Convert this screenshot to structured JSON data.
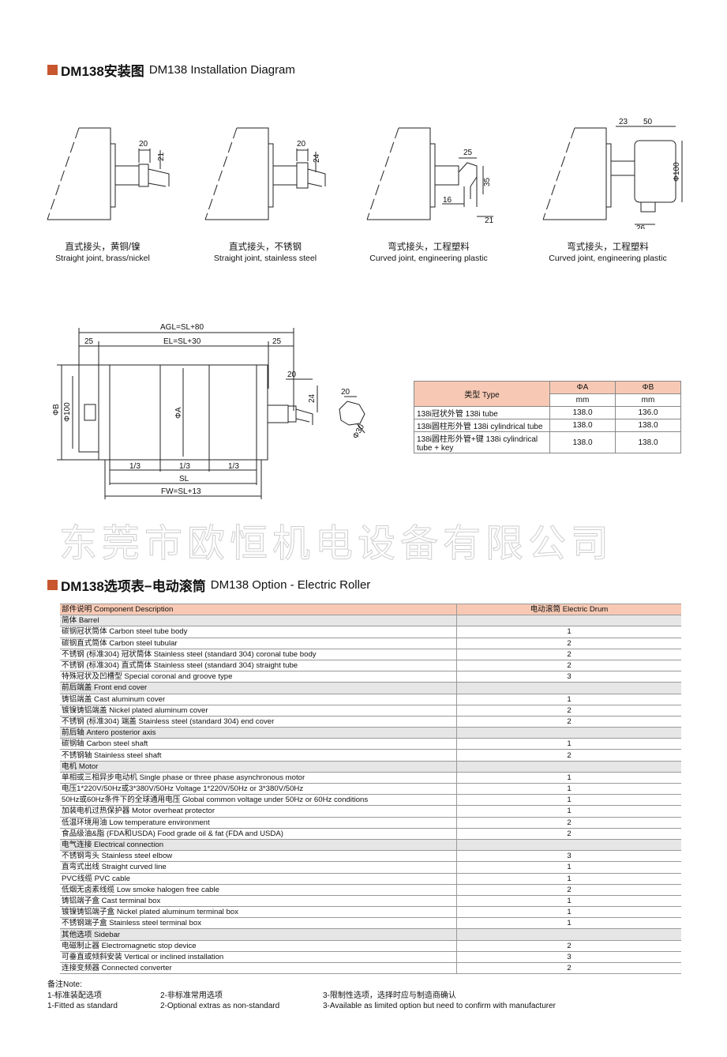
{
  "section1": {
    "title_zh": "DM138安装图",
    "title_en": "DM138 Installation Diagram"
  },
  "joints": [
    {
      "zh": "直式接头，黄铜/镍",
      "en": "Straight joint, brass/nickel",
      "dims": [
        "20",
        "21"
      ]
    },
    {
      "zh": "直式接头，不锈钢",
      "en": "Straight joint, stainless steel",
      "dims": [
        "20",
        "24"
      ]
    },
    {
      "zh": "弯式接头，工程塑料",
      "en": "Curved joint, engineering plastic",
      "dims": [
        "25",
        "35",
        "16",
        "21"
      ]
    },
    {
      "zh": "弯式接头，工程塑料",
      "en": "Curved joint, engineering plastic",
      "dims": [
        "23",
        "50",
        "Φ100",
        "26"
      ]
    }
  ],
  "main_drawing": {
    "agl": "AGL=SL+80",
    "el": "EL=SL+30",
    "left_25": "25",
    "right_25": "25",
    "phi_b": "ΦB",
    "phi_100": "Φ100",
    "phi_a": "ΦA",
    "third": "1/3",
    "sl": "SL",
    "fw": "FW=SL+13",
    "d20": "20",
    "d24": "24",
    "detail_20": "20",
    "detail_30": "Φ30"
  },
  "type_table": {
    "header": {
      "type": "类型 Type",
      "phi_a": "ΦA",
      "phi_b": "ΦB",
      "unit": "mm"
    },
    "rows": [
      {
        "name": "138i冠状外管 138i tube",
        "a": "138.0",
        "b": "136.0"
      },
      {
        "name": "138i圆柱形外管 138i cylindrical tube",
        "a": "138.0",
        "b": "138.0"
      },
      {
        "name": "138i圆柱形外管+键 138i cylindrical tube + key",
        "a": "138.0",
        "b": "138.0"
      }
    ]
  },
  "watermark": "东莞市欧恒机电设备有限公司",
  "section2": {
    "title_zh": "DM138选项表−电动滚筒",
    "title_en": "DM138 Option - Electric Roller"
  },
  "option_table": {
    "header": {
      "desc": "部件说明 Component Description",
      "drum": "电动滚筒 Electric Drum"
    },
    "rows": [
      {
        "g": true,
        "d": "简体 Barrel",
        "v": ""
      },
      {
        "d": "碳钢冠状筒体 Carbon steel tube body",
        "v": "1"
      },
      {
        "d": "碳钢直式筒体 Carbon steel tubular",
        "v": "2"
      },
      {
        "d": "不锈钢 (标准304) 冠状筒体 Stainless steel (standard 304) coronal tube body",
        "v": "2"
      },
      {
        "d": "不锈钢 (标准304) 直式筒体 Stainless steel (standard 304) straight tube",
        "v": "2"
      },
      {
        "d": "特殊冠状及凹槽型 Special coronal and groove type",
        "v": "3"
      },
      {
        "g": true,
        "d": "前后端盖 Front end cover",
        "v": ""
      },
      {
        "d": "铸铝端盖 Cast aluminum cover",
        "v": "1"
      },
      {
        "d": "镀镍铸铝端盖 Nickel plated aluminum cover",
        "v": "2"
      },
      {
        "d": "不锈钢 (标准304) 端盖 Stainless steel (standard 304) end cover",
        "v": "2"
      },
      {
        "g": true,
        "d": "前后轴 Antero posterior axis",
        "v": ""
      },
      {
        "d": "碳钢轴 Carbon steel shaft",
        "v": "1"
      },
      {
        "d": "不锈钢轴 Stainless steel shaft",
        "v": "2"
      },
      {
        "g": true,
        "d": "电机 Motor",
        "v": ""
      },
      {
        "d": "单相或三相异步电动机 Single phase or three phase asynchronous motor",
        "v": "1"
      },
      {
        "d": "电压1*220V/50Hz或3*380V/50Hz  Voltage 1*220V/50Hz or 3*380V/50Hz",
        "v": "1"
      },
      {
        "d": "50Hz或60Hz条件下的全球通用电压 Global common voltage under 50Hz or 60Hz conditions",
        "v": "1"
      },
      {
        "d": "加装电机过热保护器 Motor overheat protector",
        "v": "1"
      },
      {
        "d": "低温环境用油 Low temperature environment",
        "v": "2"
      },
      {
        "d": "食品级油&脂 (FDA和USDA) Food grade oil & fat (FDA and USDA)",
        "v": "2"
      },
      {
        "g": true,
        "d": "电气连接 Electrical connection",
        "v": ""
      },
      {
        "d": "不锈钢弯头 Stainless steel elbow",
        "v": "3"
      },
      {
        "d": "直弯式出线 Straight curved line",
        "v": "1"
      },
      {
        "d": "PVC线缆 PVC cable",
        "v": "1"
      },
      {
        "d": "低烟无卤素线缆 Low smoke halogen free cable",
        "v": "2"
      },
      {
        "d": "铸铝端子盒 Cast terminal box",
        "v": "1"
      },
      {
        "d": "镀镍铸铝端子盒 Nickel plated aluminum terminal box",
        "v": "1"
      },
      {
        "d": "不锈钢端子盒 Stainless steel terminal box",
        "v": "1"
      },
      {
        "g": true,
        "d": "其他选项 Sidebar",
        "v": ""
      },
      {
        "d": "电磁制止器 Electromagnetic stop device",
        "v": "2"
      },
      {
        "d": "可垂直或倾斜安装 Vertical or inclined installation",
        "v": "3"
      },
      {
        "d": "连接变频器 Connected converter",
        "v": "2"
      }
    ]
  },
  "notes": {
    "title": "备注Note:",
    "n1_zh": "1-标准装配选项",
    "n1_en": "1-Fitted as standard",
    "n2_zh": "2-非标准常用选项",
    "n2_en": "2-Optional extras as non-standard",
    "n3_zh": "3-限制性选项，选择时应与制造商确认",
    "n3_en": "3-Available as limited option but need to confirm with manufacturer"
  },
  "colors": {
    "accent": "#c8562e",
    "header_fill": "#f7c9b4",
    "group_fill": "#e6e6e6"
  }
}
